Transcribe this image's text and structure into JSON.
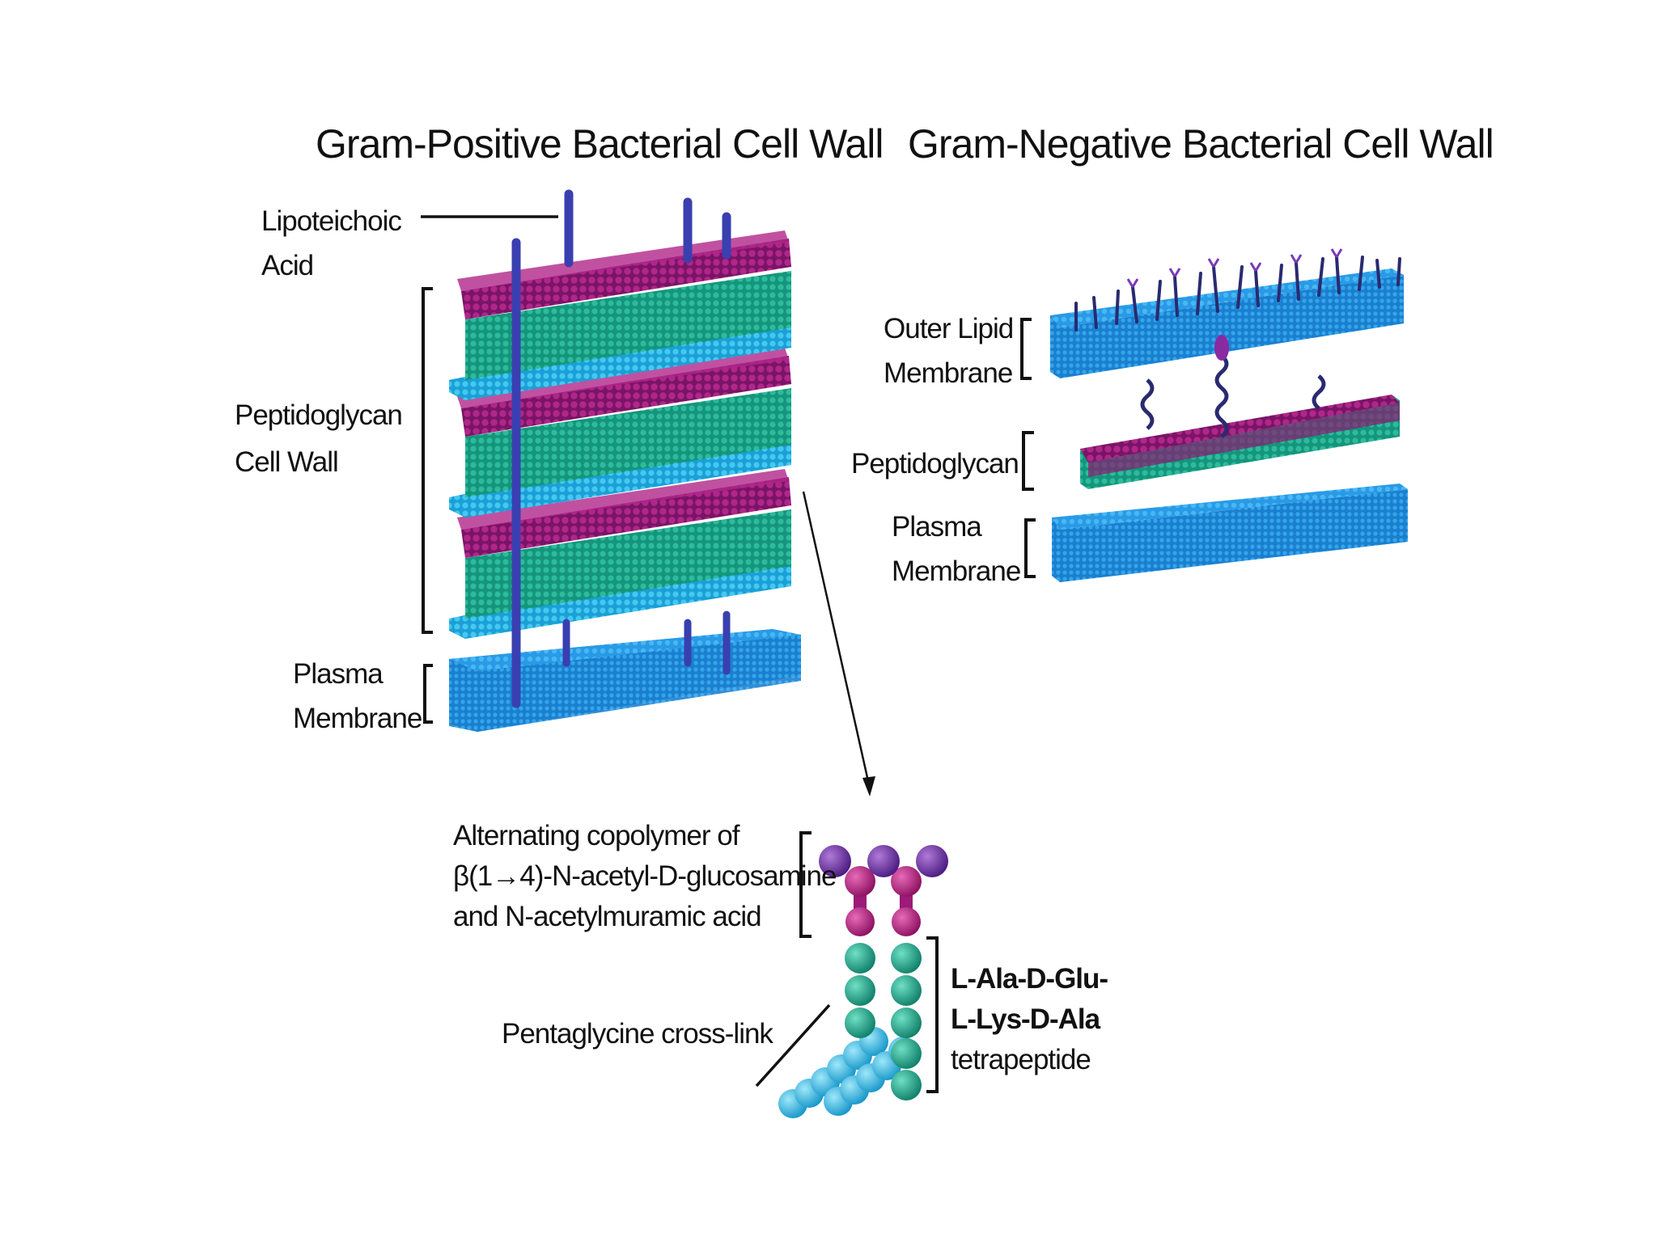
{
  "gram_positive": {
    "title": "Gram-Positive Bacterial Cell Wall",
    "labels": {
      "lipoteichoic_1": "Lipoteichoic",
      "lipoteichoic_2": "Acid",
      "peptidoglycan_1": "Peptidoglycan",
      "peptidoglycan_2": "Cell Wall",
      "plasma_1": "Plasma",
      "plasma_2": "Membrane"
    }
  },
  "gram_negative": {
    "title": "Gram-Negative Bacterial Cell Wall",
    "labels": {
      "outer_1": "Outer Lipid",
      "outer_2": "Membrane",
      "peptidoglycan": "Peptidoglycan",
      "plasma_1": "Plasma",
      "plasma_2": "Membrane"
    }
  },
  "detail": {
    "copolymer_1": "Alternating copolymer of",
    "copolymer_2": "β(1→4)-N-acetyl-D-glucosamine",
    "copolymer_3": "and N-acetylmuramic acid",
    "crosslink": "Pentaglycine cross-link",
    "tetra_1": "L-Ala-D-Glu-",
    "tetra_2": "L-Lys-D-Ala",
    "tetra_3": "tetrapeptide"
  },
  "colors": {
    "membrane_blue": "#1e8fe0",
    "membrane_light": "#3fb4f2",
    "sugar_magenta": "#9c1a78",
    "sugar_purple": "#6a2a9a",
    "peptide_green": "#1aa68a",
    "glycine_cyan": "#22c0e6",
    "teichoic_rod": "#3a3fb0"
  }
}
